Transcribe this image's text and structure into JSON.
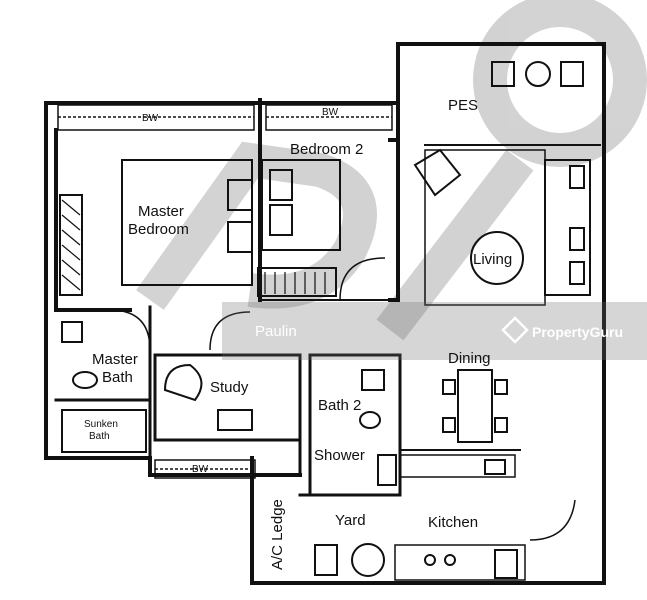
{
  "rooms": {
    "pes": "PES",
    "bedroom2": "Bedroom 2",
    "master_bedroom_line1": "Master",
    "master_bedroom_line2": "Bedroom",
    "living": "Living",
    "dining": "Dining",
    "master_bath_line1": "Master",
    "master_bath_line2": "Bath",
    "sunken_bath_line1": "Sunken",
    "sunken_bath_line2": "Bath",
    "study": "Study",
    "bath2": "Bath 2",
    "shower": "Shower",
    "yard": "Yard",
    "kitchen": "Kitchen",
    "ac_ledge": "A/C Ledge"
  },
  "bay_windows": {
    "bw_master": "BW",
    "bw_bed2": "BW",
    "bw_study": "BW"
  },
  "watermark": {
    "agent": "Paulin",
    "brand": "PropertyGuru"
  },
  "colors": {
    "wall": "#111111",
    "watermark_band": "#555555",
    "logo_letters": "#bdbdbd"
  }
}
